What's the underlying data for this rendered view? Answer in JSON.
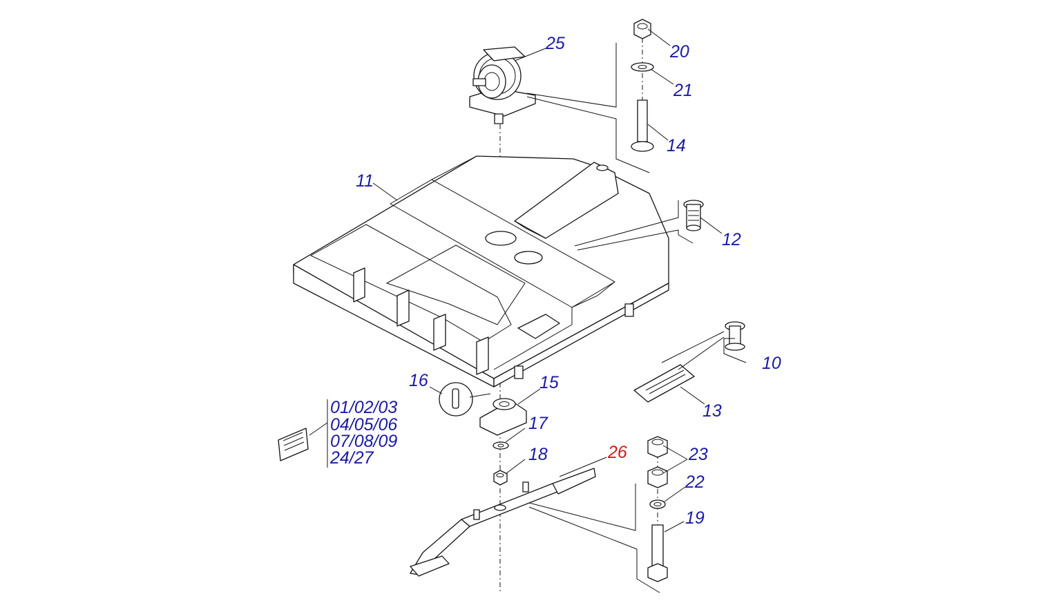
{
  "colors": {
    "label": "#1a1aa6",
    "highlight": "#d01818",
    "line": "#111111"
  },
  "callouts": {
    "c10": "10",
    "c11": "11",
    "c12": "12",
    "c13": "13",
    "c14": "14",
    "c15": "15",
    "c16": "16",
    "c17": "17",
    "c18": "18",
    "c19": "19",
    "c20": "20",
    "c21": "21",
    "c22": "22",
    "c23": "23",
    "c25": "25",
    "c26": "26"
  },
  "decal_codes": [
    "01/02/03",
    "04/05/06",
    "07/08/09",
    "24/27"
  ]
}
